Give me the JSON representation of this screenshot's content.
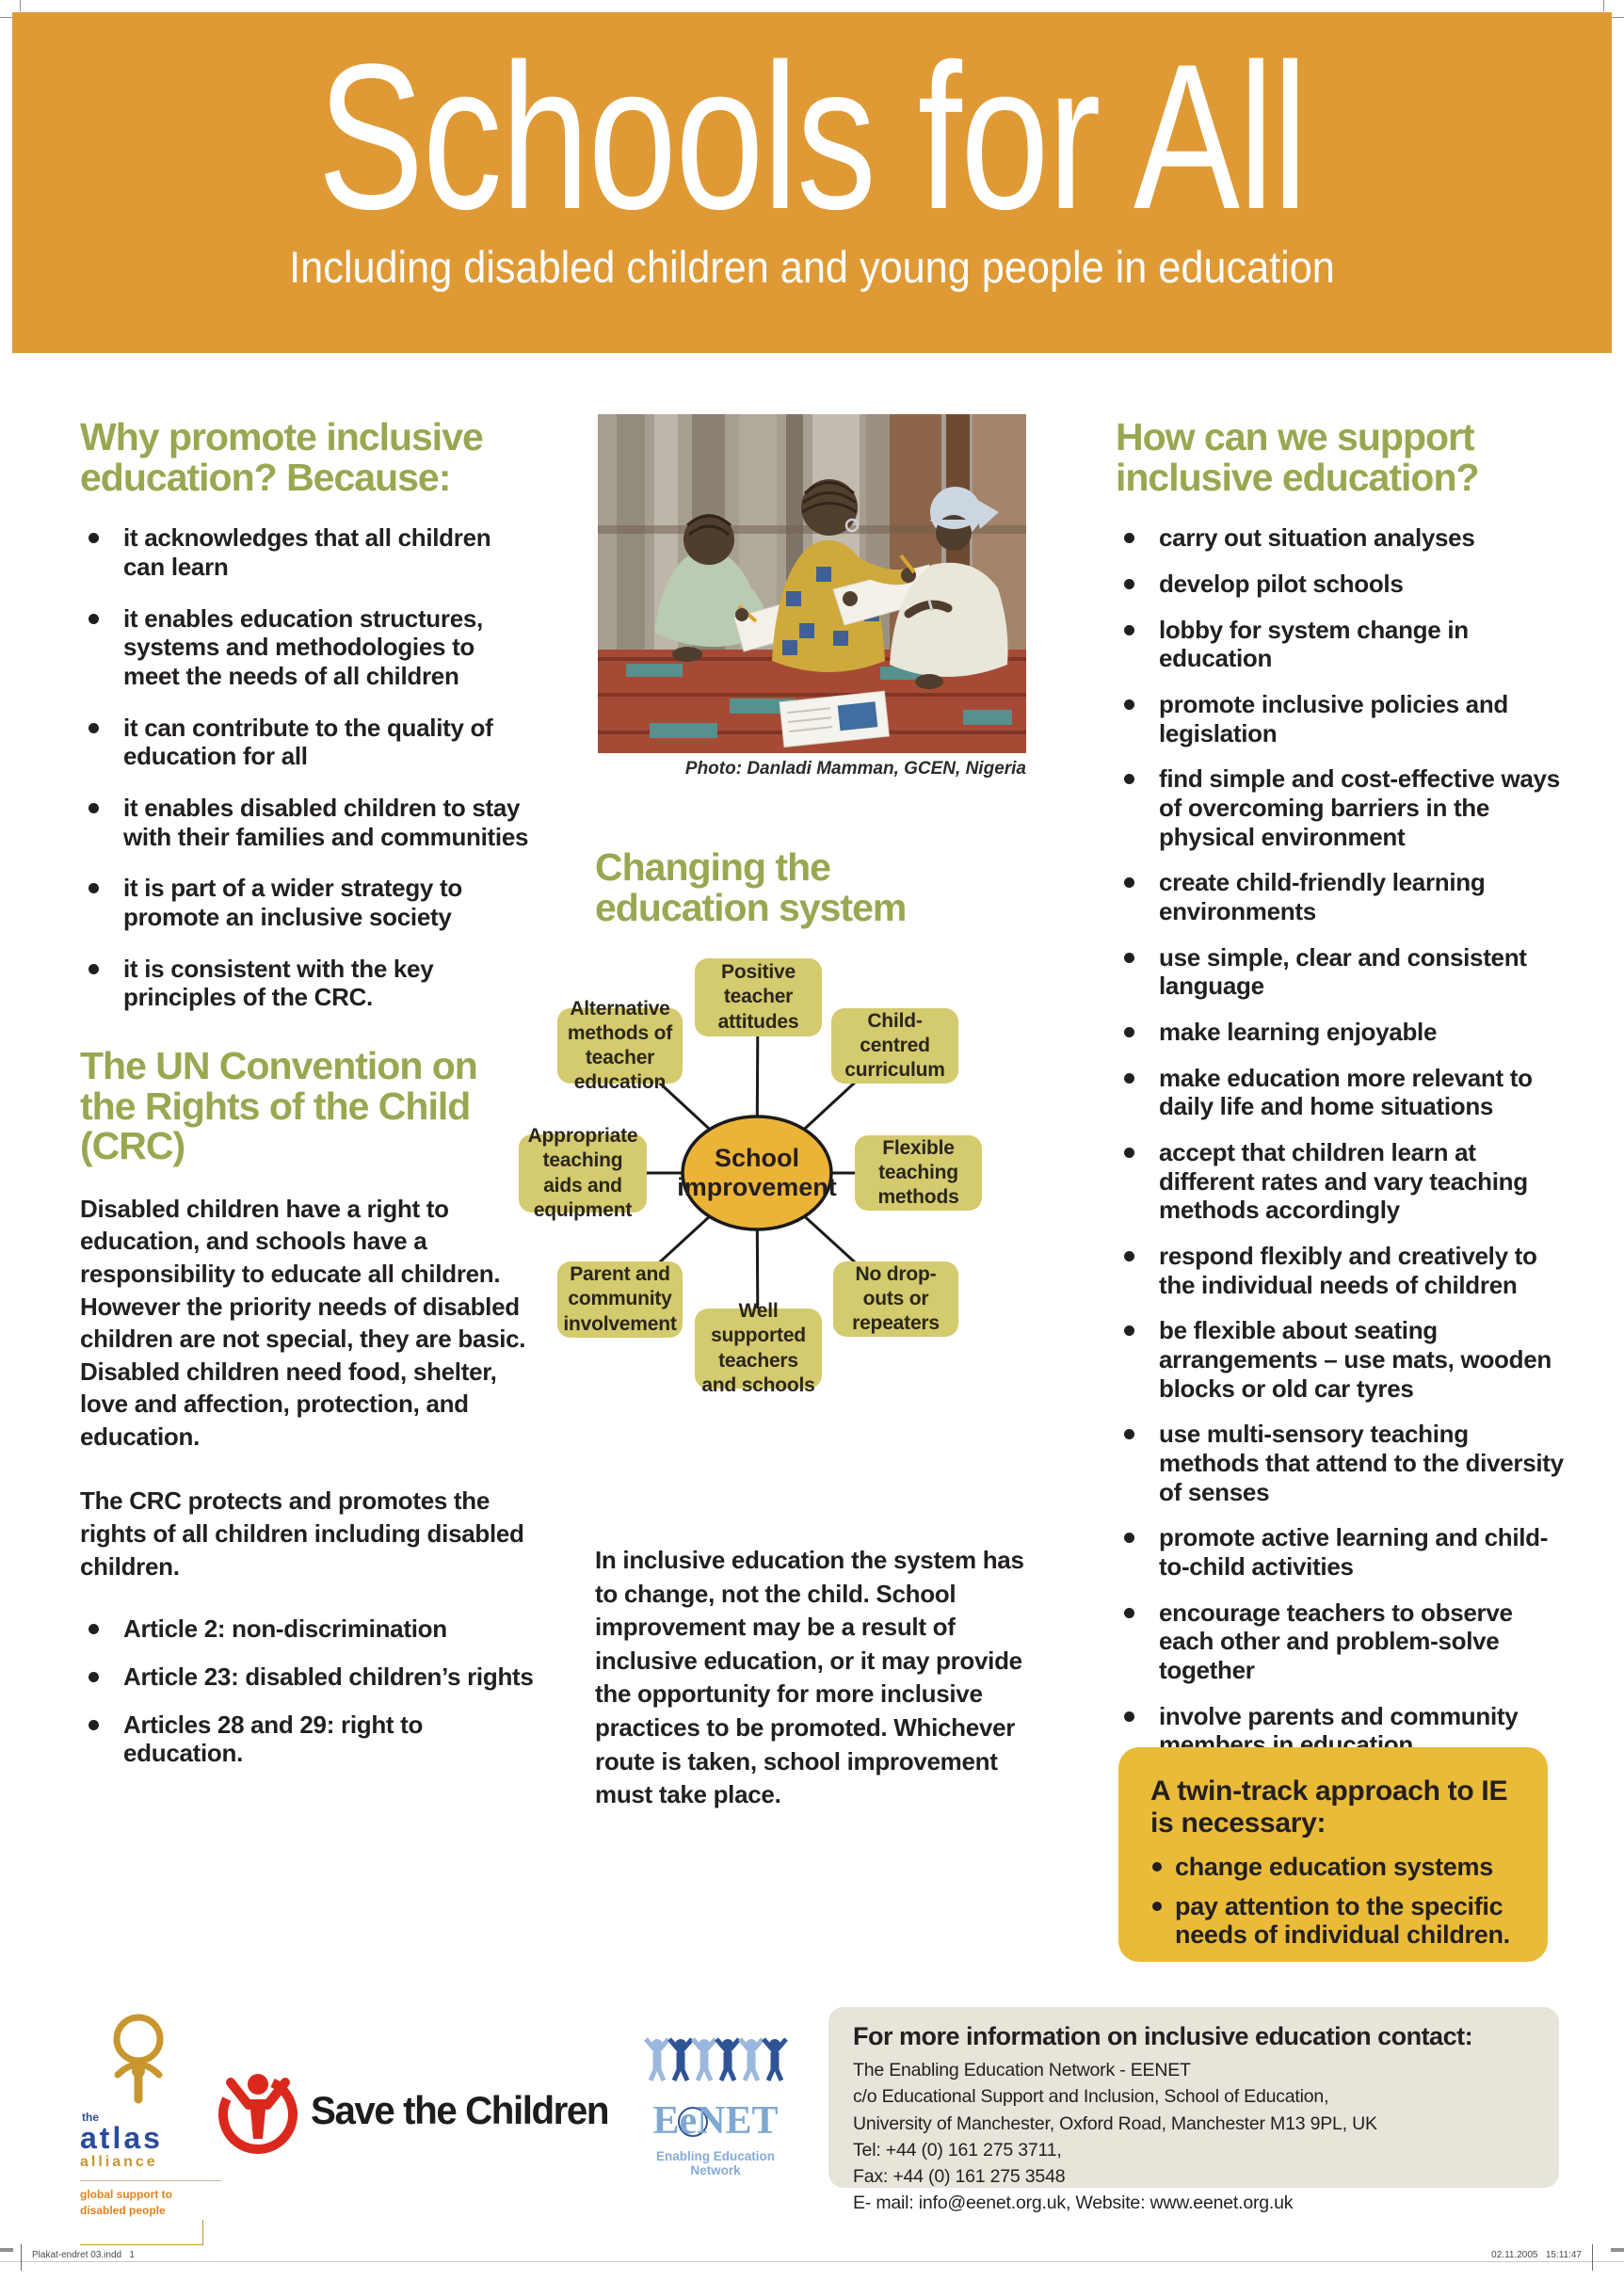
{
  "banner": {
    "title": "Schools for All",
    "subtitle": "Including disabled children and young people in education"
  },
  "left": {
    "why": {
      "heading": "Why promote inclusive education? Because:",
      "bullets": [
        "it acknowledges that all children can learn",
        "it enables education structures, systems and methodologies to meet the needs of all children",
        "it can contribute to the quality of education for all",
        "it enables disabled children to stay with their families and communities",
        "it is part of a wider strategy to promote an inclusive society",
        "it is consistent with the key principles of the CRC."
      ]
    },
    "crc": {
      "heading": "The UN Convention on the Rights of the Child (CRC)",
      "para1": "Disabled children have a right to education, and schools have a responsibility to educate all children. However the priority needs of disabled children are not special, they are basic. Disabled children need food, shelter, love and affection, protection, and education.",
      "para2": "The CRC protects and promotes the rights of all children including disabled children.",
      "bullets": [
        "Article 2: non-discrimination",
        "Article 23: disabled children’s rights",
        "Articles 28 and 29: right to education."
      ]
    }
  },
  "middle": {
    "photo_caption": "Photo: Danladi Mamman, GCEN, Nigeria",
    "heading": "Changing the education system",
    "diagram": {
      "center": "School improvement",
      "nodes": {
        "top": "Positive teacher attitudes",
        "top_left": "Alternative methods of teacher education",
        "top_right": "Child-centred curriculum",
        "left": "Appropriate teaching aids and equipment",
        "right": "Flexible teaching methods",
        "bottom_left": "Parent and community involvement",
        "bottom_right": "No drop-outs or repeaters",
        "bottom": "Well supported teachers and schools"
      }
    },
    "para": "In inclusive education the system has to change, not the child. School improvement may be a result of inclusive education, or it may provide the opportunity for more inclusive practices to be promoted. Whichever route is taken, school improvement must take place."
  },
  "right": {
    "heading": "How can we support inclusive education?",
    "bullets": [
      "carry out situation analyses",
      "develop pilot schools",
      "lobby for system change in education",
      "promote inclusive policies and legislation",
      "find simple and cost-effective ways of overcoming barriers in the physical environment",
      "create child-friendly learning environments",
      "use simple, clear and consistent language",
      "make learning enjoyable",
      "make education more relevant to daily life and home situations",
      "accept that children learn at different rates and vary teaching methods accordingly",
      "respond flexibly and creatively to the individual needs of children",
      "be flexible about seating arrangements – use mats, wooden blocks or old car tyres",
      "use multi-sensory teaching methods that attend to the diversity of senses",
      "promote active learning and child-to-child activities",
      "encourage teachers to observe each other and problem-solve together",
      "involve parents and community members in education."
    ],
    "twin_track": {
      "heading": "A twin-track approach to IE is necessary:",
      "bullets": [
        "change education systems",
        "pay attention to the specific needs of individual children."
      ]
    }
  },
  "footer": {
    "atlas": {
      "the": "the",
      "name1": "atlas",
      "name2": "alliance",
      "tagline1": "global support to",
      "tagline2": "disabled people"
    },
    "save_the_children": "Save the Children",
    "eenet": {
      "name": "EeNET",
      "tagline": "Enabling Education Network"
    },
    "contact": {
      "heading": "For more information on inclusive education contact:",
      "lines": [
        "The Enabling Education Network - EENET",
        "c/o Educational Support and Inclusion, School of Education,",
        "University of Manchester, Oxford Road, Manchester M13 9PL, UK",
        "Tel: +44 (0) 161 275 3711,",
        "Fax: +44 (0) 161 275 3548",
        "E- mail: info@eenet.org.uk, Website: www.eenet.org.uk"
      ]
    }
  },
  "print_info": {
    "left": "Plakat-endret 03.indd   1",
    "right": "02.11.2005   15:11:47"
  },
  "colors": {
    "banner_bg": "#DF9A36",
    "heading_green": "#97A851",
    "body_text": "#231F20",
    "diagram_node_fill": "#D4CA6E",
    "diagram_hub_fill": "#EBB337",
    "twin_box_bg": "#EABB39",
    "contact_box_bg": "#E7E4DA",
    "save_the_children_red": "#DA291C",
    "eenet_light_blue": "#85ACD8",
    "eenet_dark_blue": "#2F5496",
    "atlas_gold": "#C8962F",
    "atlas_blue": "#2B4B9B"
  }
}
